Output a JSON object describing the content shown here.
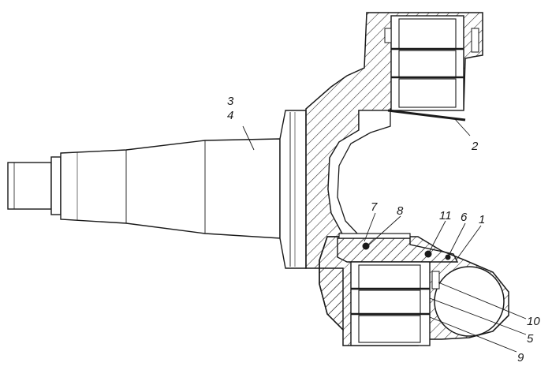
{
  "diagram": {
    "style": "monochrome technical cross-section drawing",
    "colors": {
      "ink": "#1a1a1a",
      "background": "#ffffff",
      "hatch": "#2a2a2a"
    },
    "callouts": {
      "c3": "3",
      "c4": "4",
      "c2": "2",
      "c7": "7",
      "c8": "8",
      "c11": "11",
      "c6": "6",
      "c1": "1",
      "c10": "10",
      "c5": "5",
      "c9": "9"
    }
  }
}
